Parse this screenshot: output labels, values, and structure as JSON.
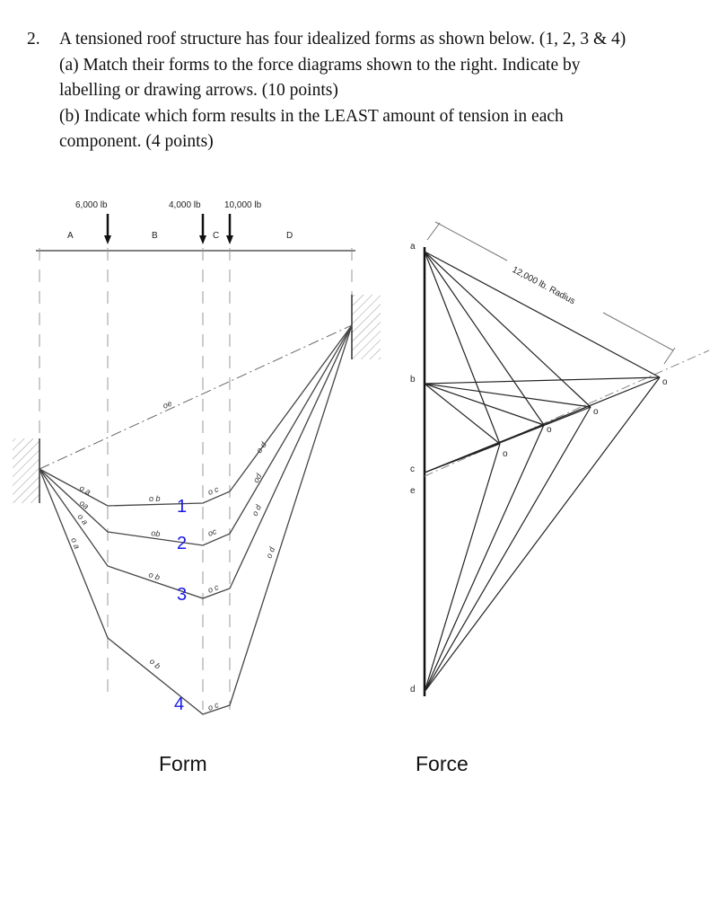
{
  "question": {
    "number": "2.",
    "lines": [
      "A tensioned roof structure has four idealized forms as shown below. (1, 2, 3 & 4)",
      "(a) Match their forms to the force diagrams shown to the right. Indicate by",
      "labelling or drawing arrows. (10 points)",
      "(b) Indicate which form results in the LEAST amount of tension in each",
      "component. (4 points)"
    ]
  },
  "form_diagram": {
    "caption": "Form",
    "loads": [
      "6,000 lb",
      "4,000 lb",
      "10,000 lb"
    ],
    "spaces": [
      "A",
      "B",
      "C",
      "D"
    ],
    "closing_line_label": "oe",
    "form_numbers": [
      "1",
      "2",
      "3",
      "4"
    ],
    "segment_labels": {
      "f1": [
        "o a",
        "o b",
        "o c",
        "o d"
      ],
      "f2": [
        "oa",
        "ob",
        "oc",
        "od"
      ],
      "f3": [
        "o a",
        "o b",
        "o c",
        "o d"
      ],
      "f4": [
        "o a",
        "o b",
        "o c",
        "o d"
      ]
    }
  },
  "force_diagram": {
    "caption": "Force",
    "radius_label": "12,000 lb. Radius",
    "points": [
      "a",
      "b",
      "c",
      "e",
      "d"
    ],
    "pole_label": "o"
  }
}
